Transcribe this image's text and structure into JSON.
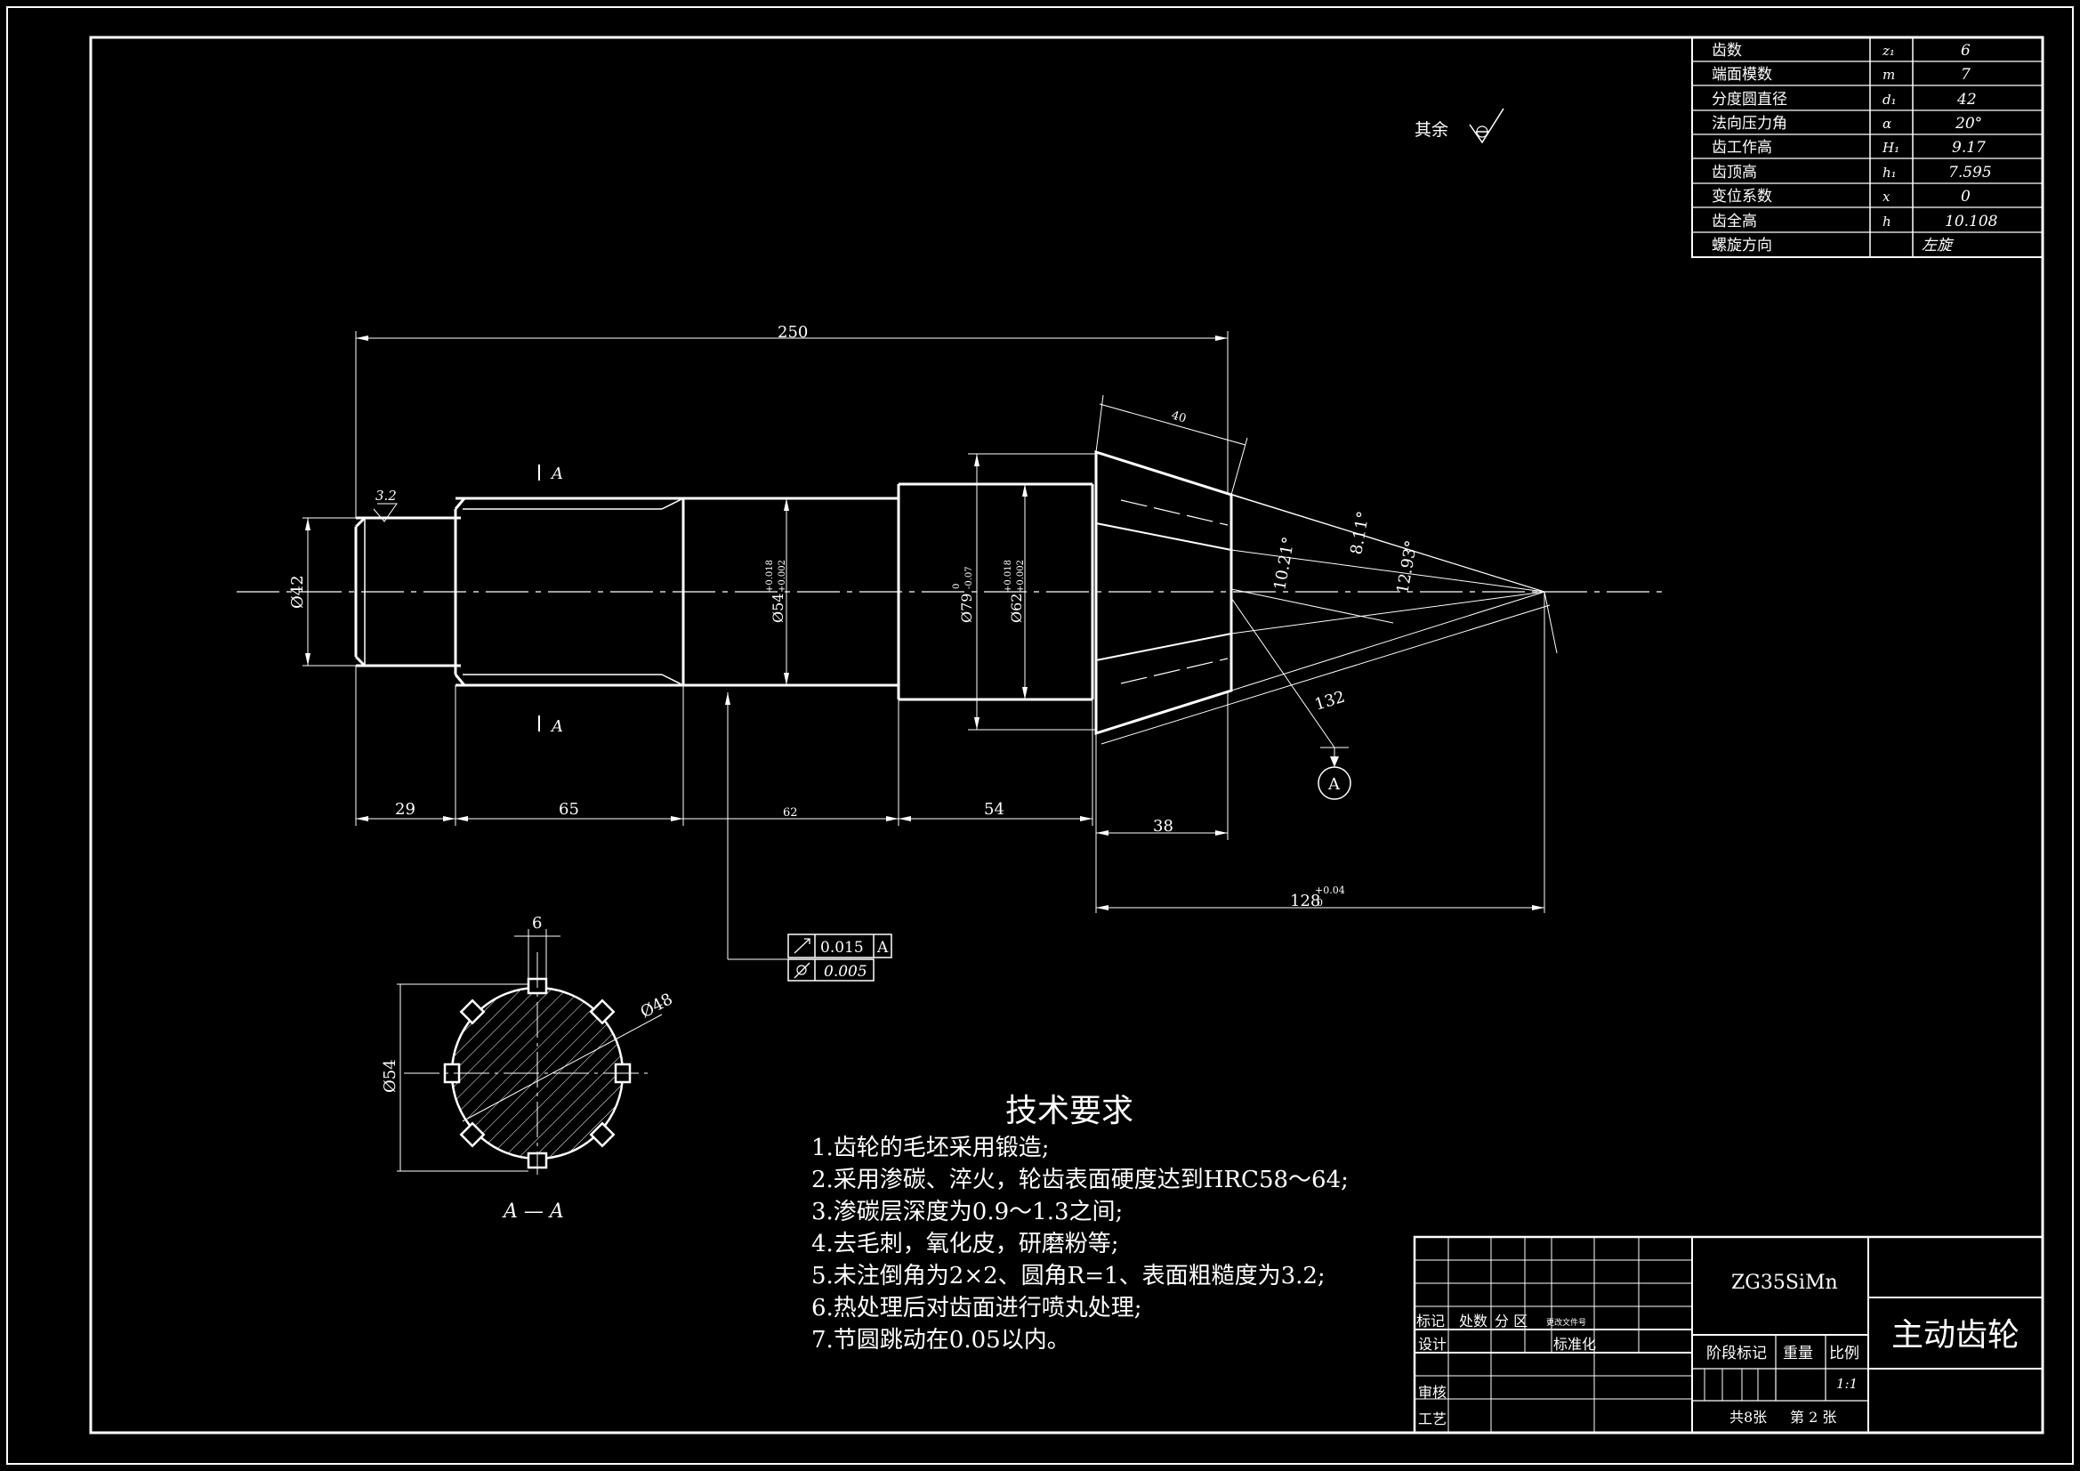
{
  "gear_params": [
    {
      "name": "齿数",
      "symbol": "z₁",
      "value": "6"
    },
    {
      "name": "端面模数",
      "symbol": "m",
      "value": "7"
    },
    {
      "name": "分度圆直径",
      "symbol": "d₁",
      "value": "42"
    },
    {
      "name": "法向压力角",
      "symbol": "α",
      "value": "20°"
    },
    {
      "name": "齿工作高",
      "symbol": "H₁",
      "value": "9.17"
    },
    {
      "name": "齿顶高",
      "symbol": "h₁",
      "value": "7.595"
    },
    {
      "name": "变位系数",
      "symbol": "x",
      "value": "0"
    },
    {
      "name": "齿全高",
      "symbol": "h",
      "value": "10.108"
    },
    {
      "name": "螺旋方向",
      "symbol": "",
      "value": "左旋"
    }
  ],
  "surface_note": "其余",
  "dims": {
    "total_length": "250",
    "seg1": "29",
    "seg2": "65",
    "seg3": "62",
    "seg4": "54",
    "seg5": "38",
    "overall": "128",
    "overall_tol_up": "+0.04",
    "overall_tol_low": "0",
    "cone_face": "40",
    "cone_dist": "132",
    "angle1": "10.21°",
    "angle2": "8.11°",
    "angle3": "12.93°",
    "d_end": "Ø42",
    "d_spline": "Ø54",
    "d_spline_up": "+0.018",
    "d_spline_low": "+0.002",
    "d_collar": "Ø79",
    "d_collar_up": "0",
    "d_collar_low": "-0.07",
    "d_bearing": "Ø62",
    "d_bearing_up": "+0.018",
    "d_bearing_low": "+0.002",
    "roughness": "3.2",
    "section_mark": "A",
    "datum": "A"
  },
  "tolerance_frame": {
    "runout_value": "0.015",
    "runout_datum": "A",
    "cyl_value": "0.005"
  },
  "section": {
    "title": "A — A",
    "key_width": "6",
    "inner_d": "Ø48",
    "outer_d": "Ø54"
  },
  "tech_req": {
    "title": "技术要求",
    "items": [
      "1.齿轮的毛坯采用锻造;",
      "2.采用渗碳、淬火，轮齿表面硬度达到HRC58～64;",
      "3.渗碳层深度为0.9～1.3之间;",
      "4.去毛刺，氧化皮，研磨粉等;",
      "5.未注倒角为2×2、圆角R=1、表面粗糙度为3.2;",
      "6.热处理后对齿面进行喷丸处理;",
      "7.节圆跳动在0.05以内。"
    ]
  },
  "title_block": {
    "material": "ZG35SiMn",
    "part_name": "主动齿轮",
    "row_labels": [
      "标记",
      "处数",
      "分 区",
      "更改文件号"
    ],
    "design": "设计",
    "standard": "标准化",
    "review": "审核",
    "process": "工艺",
    "stage": "阶段标记",
    "weight": "重量",
    "scale_label": "比例",
    "scale": "1:1",
    "sheets": "共8张",
    "sheet_no": "第 2 张"
  }
}
